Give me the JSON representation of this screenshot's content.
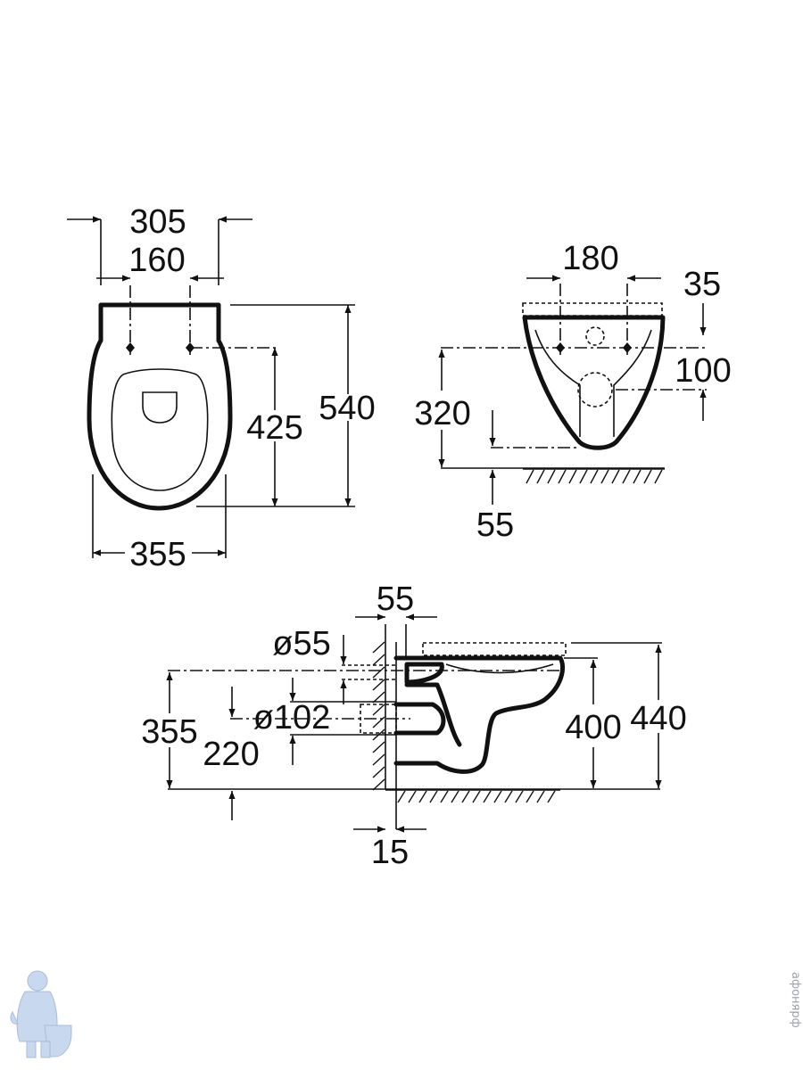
{
  "top_view": {
    "dims": {
      "overall_width": "305",
      "fixing_spacing": "160",
      "depth": "540",
      "fixing_to_front": "425",
      "bowl_width": "355"
    }
  },
  "rear_view": {
    "dims": {
      "fixing_spacing": "180",
      "top_offset": "35",
      "fixing_vertical": "100",
      "fixing_height": "320",
      "outlet_clearance": "55"
    }
  },
  "side_view": {
    "dims": {
      "wall_gap": "55",
      "inlet_diameter": "ø55",
      "outlet_diameter": "ø102",
      "inlet_height": "355",
      "outlet_height": "220",
      "rim_height": "400",
      "total_height": "440",
      "wall_thickness": "15"
    }
  },
  "watermark": {
    "site_text": "афонярф",
    "mascot_icon": "plumber-mascot-icon"
  }
}
